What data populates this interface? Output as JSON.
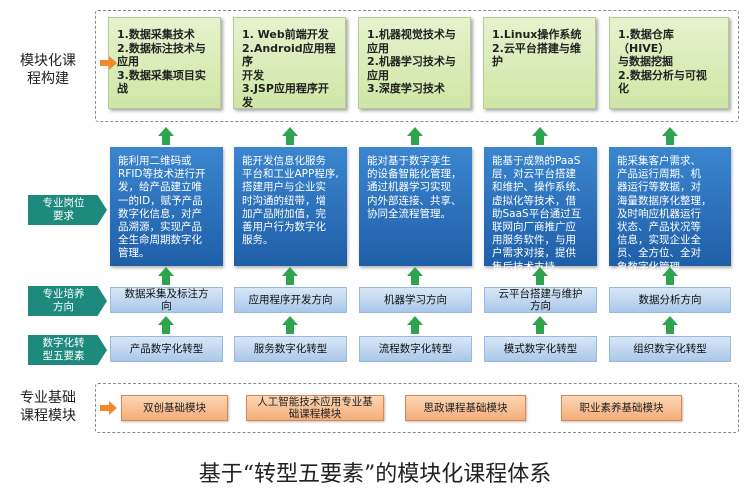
{
  "labels": {
    "modular_construction": "模块化课\n程构建",
    "post_requirements": "专业岗位\n要求",
    "training_direction": "专业培养\n方向",
    "five_elements": "数字化转\n型五要素",
    "foundation_modules": "专业基础\n课程模块"
  },
  "top_modules": [
    "1.数据采集技术\n2.数据标注技术与\n应用\n3.数据采集项目实\n战",
    "1. Web前端开发\n2.Android应用程序\n开发\n3.JSP应用程序开发",
    "1.机器视觉技术与\n应用\n2.机器学习技术与\n应用\n3.深度学习技术",
    "1.Linux操作系统\n2.云平台搭建与维\n护",
    "1.数据仓库（HIVE）\n与数据挖掘\n2.数据分析与可视\n化"
  ],
  "requirements": [
    "能利用二维码或\nRFID等技术进行开\n发，给产品建立唯\n一的ID，赋予产品\n数字化信息，对产\n品溯源，实现产品\n全生命周期数字化\n管理。",
    "能开发信息化服务\n平台和工业APP程序,\n搭建用户与企业实\n时沟通的纽带，增\n加产品附加值，完\n善用户行为数字化\n服务。",
    "能对基于数字孪生\n的设备智能化管理，\n通过机器学习实现\n内外部连接、共享、\n协同全流程管理。",
    "能基于成熟的PaaS\n层，对云平台搭建\n和维护、操作系统、\n虚拟化等技术，借\n助SaaS平台通过互\n联网向厂商推广应\n用服务软件，与用\n户需求对接，提供\n售后技术支持。",
    "能采集客户需求、\n产品运行周期、机\n器运行等数据，对\n海量数据序化整理，\n及时响应机器运行\n状态、产品状况等\n信息，实现企业全\n员、全方位、全对\n象数字化管理"
  ],
  "directions": [
    "数据采集及标注方\n向",
    "应用程序开发方向",
    "机器学习方向",
    "云平台搭建与维护\n方向",
    "数据分析方向"
  ],
  "elements": [
    "产品数字化转型",
    "服务数字化转型",
    "流程数字化转型",
    "模式数字化转型",
    "组织数字化转型"
  ],
  "foundation": [
    "双创基础模块",
    "人工智能技术应用专业基\n础课程模块",
    "思政课程基础模块",
    "职业素养基础模块"
  ],
  "caption": "基于“转型五要素”的模块化课程体系",
  "colors": {
    "top_green": "#d9ecb8",
    "blue": "#2a6fbd",
    "teal": "#1e8a7d",
    "light_blue": "#bcd5ef",
    "orange": "#f6bb8c",
    "arrow_green": "#2ea44f",
    "arrow_orange": "#f08a2c"
  }
}
